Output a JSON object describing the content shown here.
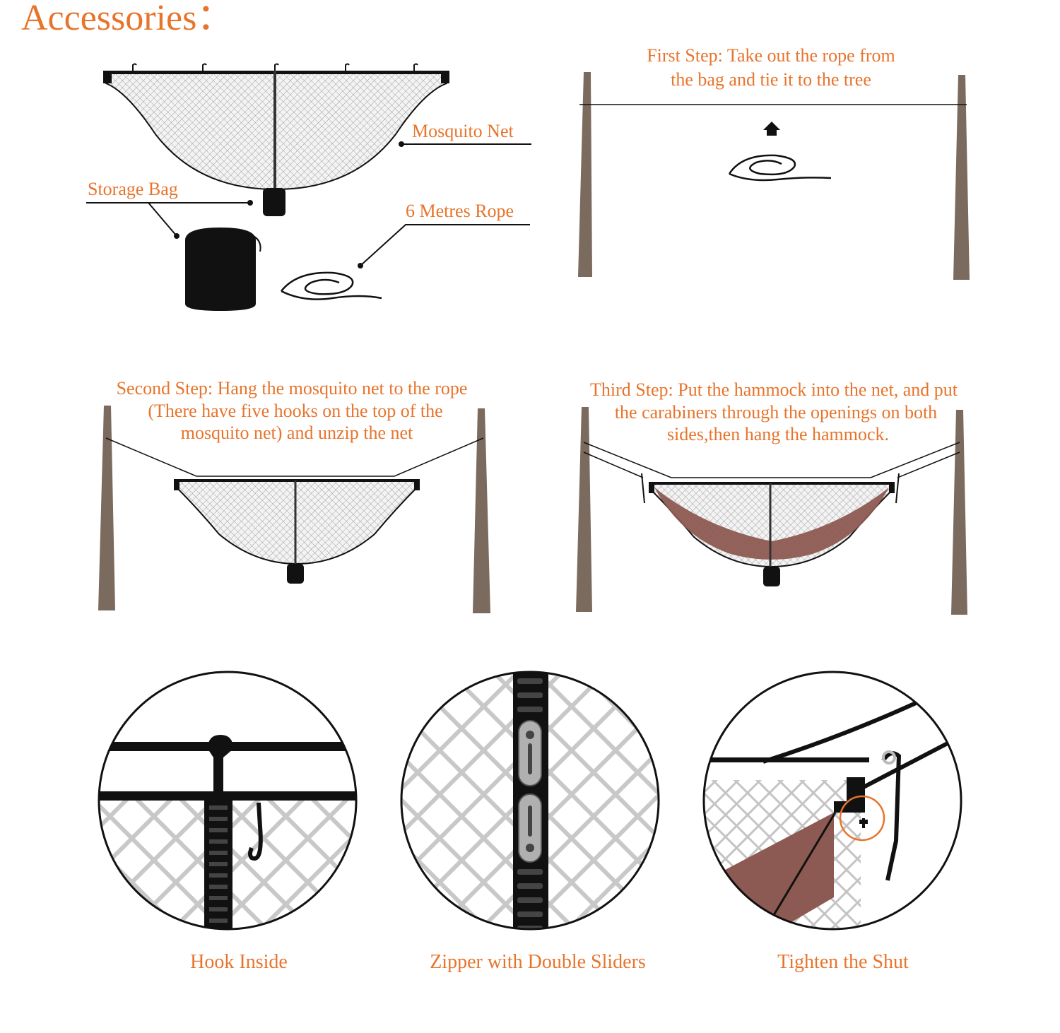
{
  "page": {
    "title": "Accessories："
  },
  "accessories": {
    "mosquito_net": "Mosquito Net",
    "storage_bag": "Storage Bag",
    "rope": "6 Metres Rope"
  },
  "steps": {
    "first": [
      "First Step: Take out the rope from",
      "the bag and tie it to the tree"
    ],
    "second": [
      "Second Step: Hang the mosquito net to the rope",
      "(There have five hooks on the top of the",
      "mosquito net) and unzip the net"
    ],
    "third": [
      "Third Step: Put the hammock into the net, and put",
      "the carabiners through the openings on both",
      "sides,then hang the hammock."
    ]
  },
  "details": {
    "hook": "Hook Inside",
    "zipper": "Zipper with Double Sliders",
    "tighten": "Tighten the Shut"
  },
  "colors": {
    "accent": "#e8742c",
    "tree": "#7b6a5e",
    "hammock": "#8c5a52",
    "ink": "#111111"
  },
  "icons": {
    "arrow": "up-arrow-icon",
    "net": "mosquito-net-icon",
    "bag": "storage-bag-icon",
    "rope": "rope-coil-icon",
    "tree": "tree-trunk-icon",
    "hook": "hook-icon",
    "zipper": "zipper-slider-icon"
  }
}
